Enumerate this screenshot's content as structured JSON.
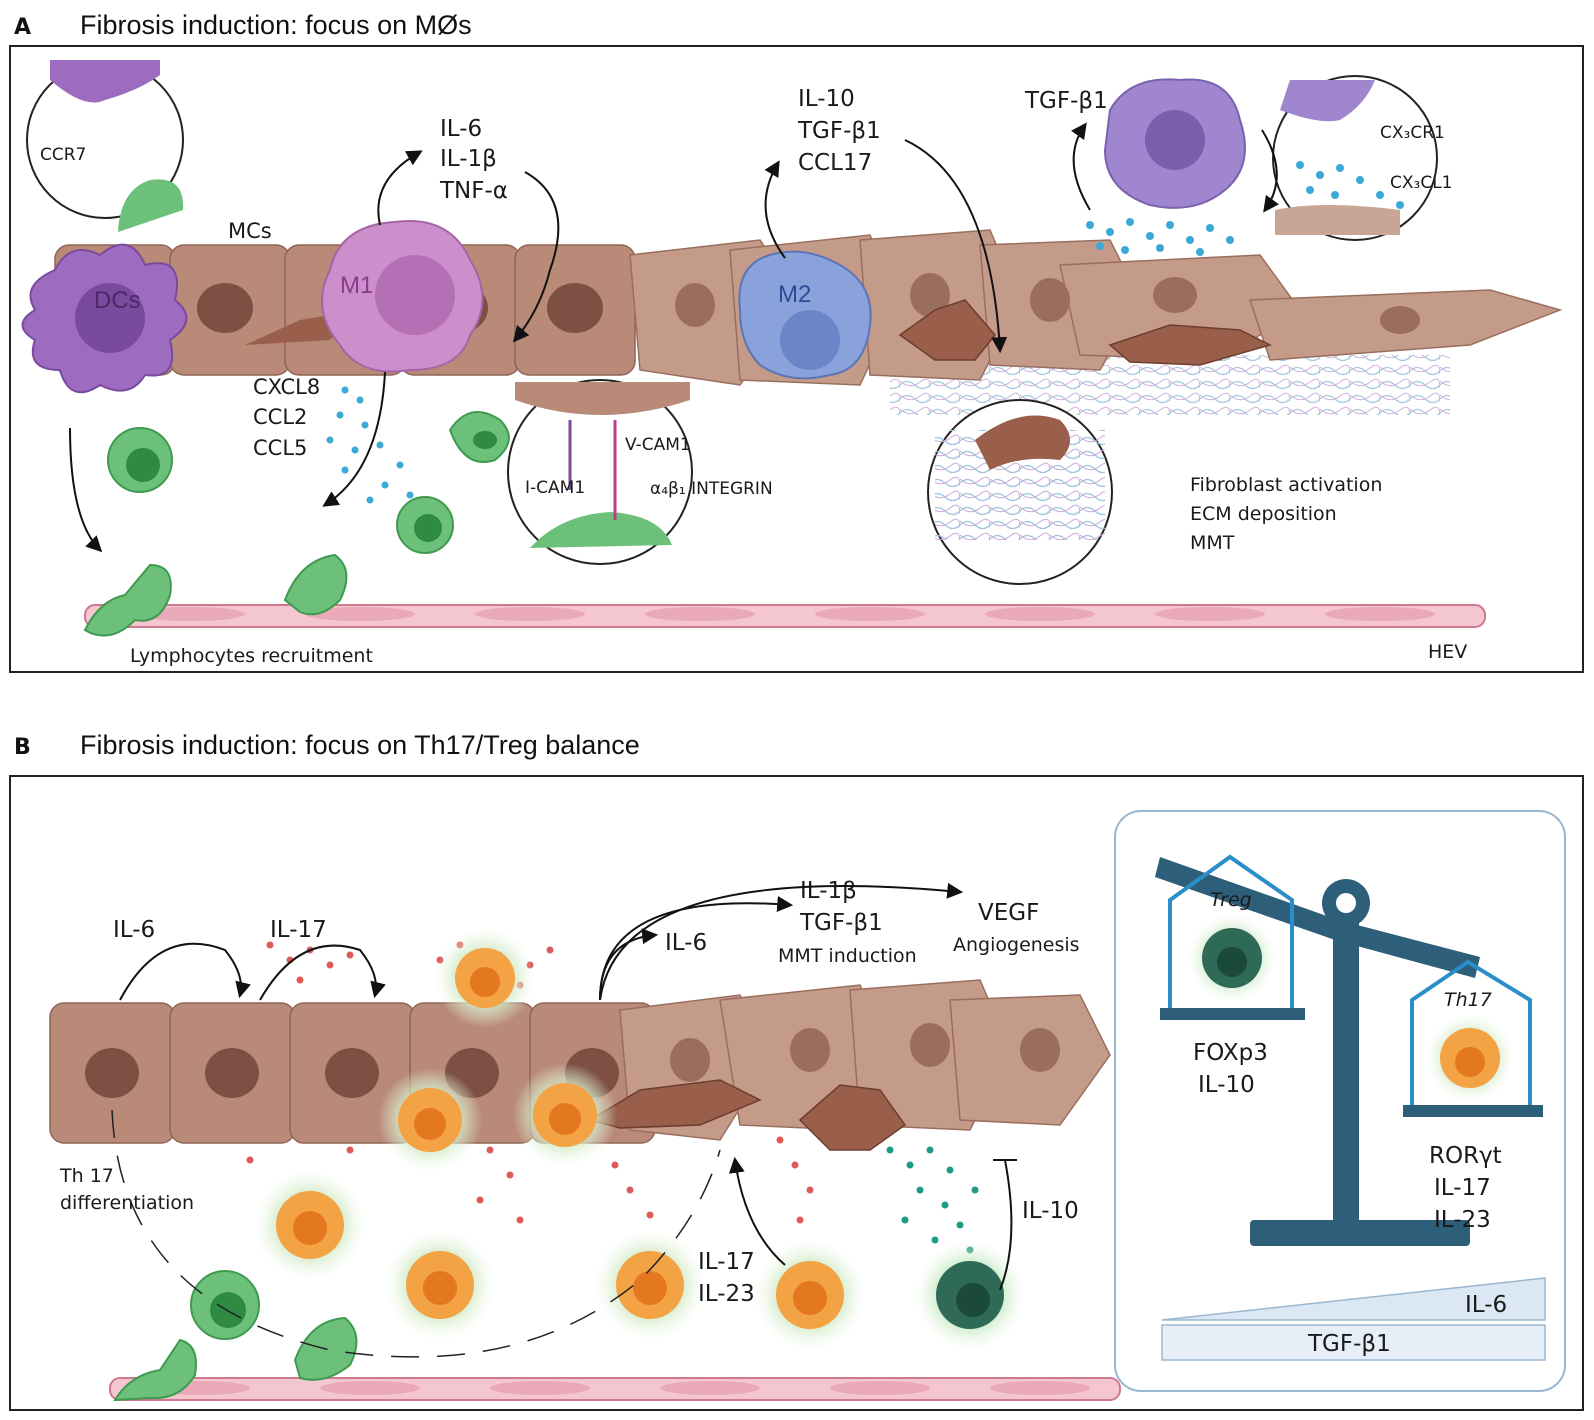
{
  "panel_a": {
    "letter": "A",
    "title": "Fibrosis induction: focus on MØs",
    "labels": {
      "ccr7": "CCR7",
      "mcs": "MCs",
      "dcs": "DCs",
      "m1": "M1",
      "m2": "M2",
      "m1_cytokines": [
        "IL-6",
        "IL-1β",
        "TNF-α"
      ],
      "chemokines": [
        "CXCL8",
        "CCL2",
        "CCL5"
      ],
      "m2_cytokines": [
        "IL-10",
        "TGF-β1",
        "CCL17"
      ],
      "tgf": "TGF-β1",
      "cx3cr1": "CX₃CR1",
      "cx3cl1": "CX₃CL1",
      "vcam": "V-CAM1",
      "icam": "I-CAM1",
      "integrin": "α₄β₁ INTEGRIN",
      "outcomes": [
        "Fibroblast activation",
        "ECM deposition",
        "MMT"
      ],
      "recruitment": "Lymphocytes recruitment",
      "hev": "HEV"
    }
  },
  "panel_b": {
    "letter": "B",
    "title": "Fibrosis induction: focus on Th17/Treg balance",
    "labels": {
      "il6_a": "IL-6",
      "il17_a": "IL-17",
      "il6_b": "IL-6",
      "center_cytokines": [
        "IL-1β",
        "TGF-β1"
      ],
      "mmt_induction": "MMT induction",
      "vegf": "VEGF",
      "angiogenesis": "Angiogenesis",
      "th17_diff": [
        "Th 17",
        "differentiation"
      ],
      "il17_il23": [
        "IL-17",
        "IL-23"
      ],
      "il10": "IL-10"
    },
    "balance": {
      "treg": "Treg",
      "th17": "Th17",
      "treg_markers": [
        "FOXp3",
        "IL-10"
      ],
      "th17_markers": [
        "RORγt",
        "IL-17",
        "IL-23"
      ],
      "gradient_il6": "IL-6",
      "gradient_tgf": "TGF-β1"
    }
  },
  "colors": {
    "epithelial": "#b98a78",
    "nucleus": "#7e4f43",
    "m1": "#cc8fcc",
    "m2": "#8aa2dc",
    "dc": "#9d6bbf",
    "lymphocyte": "#6cc07a",
    "th17": "#f3a244",
    "treg": "#2f6a56",
    "hev": "#e9a9b8",
    "balance": "#2e5f7a"
  }
}
